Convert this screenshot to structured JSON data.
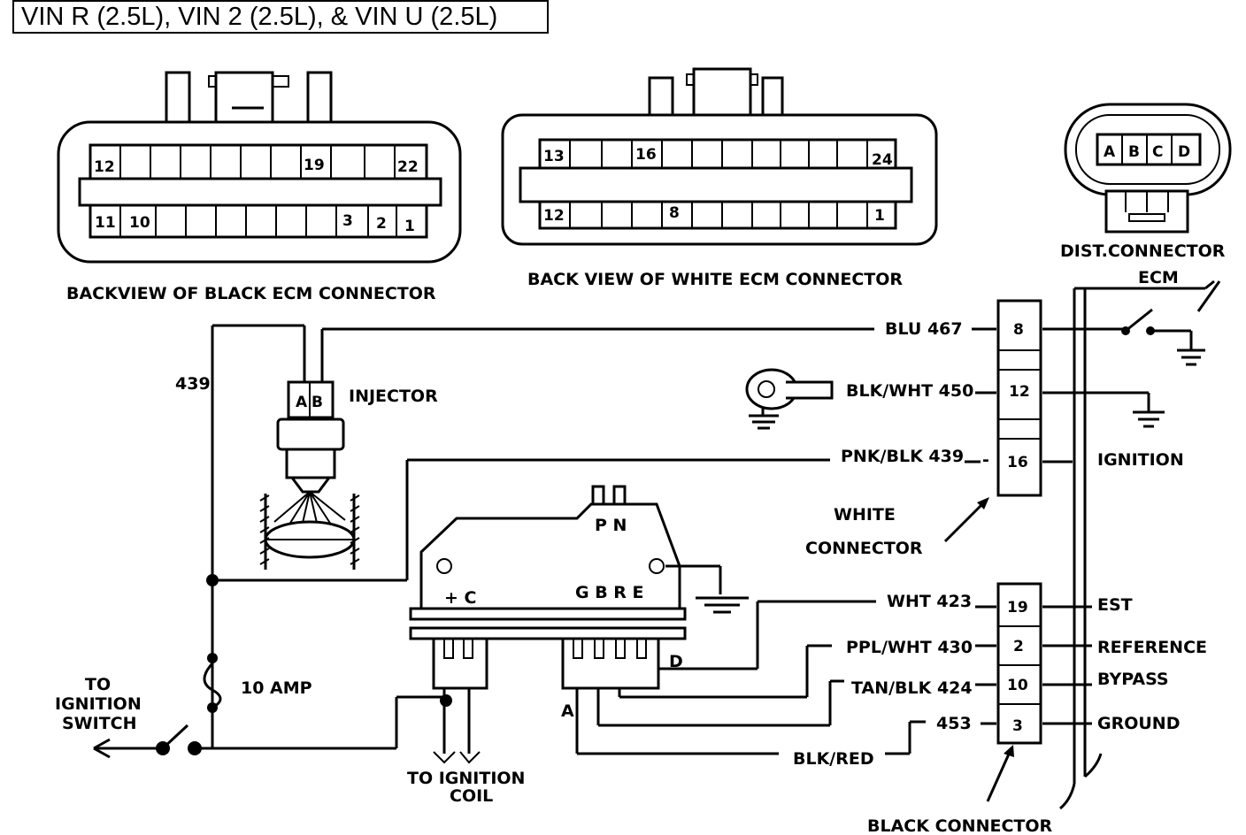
{
  "title": "VIN R (2.5L), VIN 2 (2.5L), & VIN U (2.5L)",
  "black_ecm_connector": {
    "caption": "BACKVIEW OF BLACK ECM CONNECTOR",
    "top_pins": [
      "12",
      "19",
      "22"
    ],
    "bottom_pins": [
      "11",
      "10",
      "3",
      "2",
      "1"
    ]
  },
  "white_ecm_connector": {
    "caption": "BACK VIEW OF WHITE ECM CONNECTOR",
    "top_pins": [
      "13",
      "16",
      "24"
    ],
    "bottom_pins": [
      "12",
      "8",
      "1"
    ]
  },
  "dist_connector": {
    "caption": "DIST.CONNECTOR",
    "pins": [
      "A",
      "B",
      "C",
      "D"
    ]
  },
  "ecm_label": "ECM",
  "injector": {
    "label": "INJECTOR",
    "pin_a": "A",
    "pin_b": "B",
    "feed_circuit": "439"
  },
  "fuse_label": "10 AMP",
  "to_ignition_switch": [
    "TO",
    "IGNITION",
    "SWITCH"
  ],
  "to_ignition_coil": [
    "TO IGNITION",
    "COIL"
  ],
  "module": {
    "top_terminals": "P N",
    "left_terminals": "+ C",
    "right_terminals": "G B R E",
    "terminal_a": "A",
    "terminal_d": "D"
  },
  "wires": {
    "blu_467": "BLU 467",
    "blk_wht_450": "BLK/WHT 450",
    "pnk_blk_439": "PNK/BLK 439",
    "wht_423": "WHT 423",
    "ppl_wht_430": "PPL/WHT 430",
    "tan_blk_424": "TAN/BLK 424",
    "w_453": "453",
    "blk_red": "BLK/RED"
  },
  "white_connector": {
    "label_line1": "WHITE",
    "label_line2": "CONNECTOR",
    "pins": [
      "8",
      "12",
      "16"
    ],
    "dash": "-"
  },
  "black_connector": {
    "label": "BLACK CONNECTOR",
    "pins": [
      "19",
      "2",
      "10",
      "3"
    ]
  },
  "ecm_functions": {
    "ignition": "IGNITION",
    "est": "EST",
    "reference": "REFERENCE",
    "bypass": "BYPASS",
    "ground": "GROUND"
  }
}
